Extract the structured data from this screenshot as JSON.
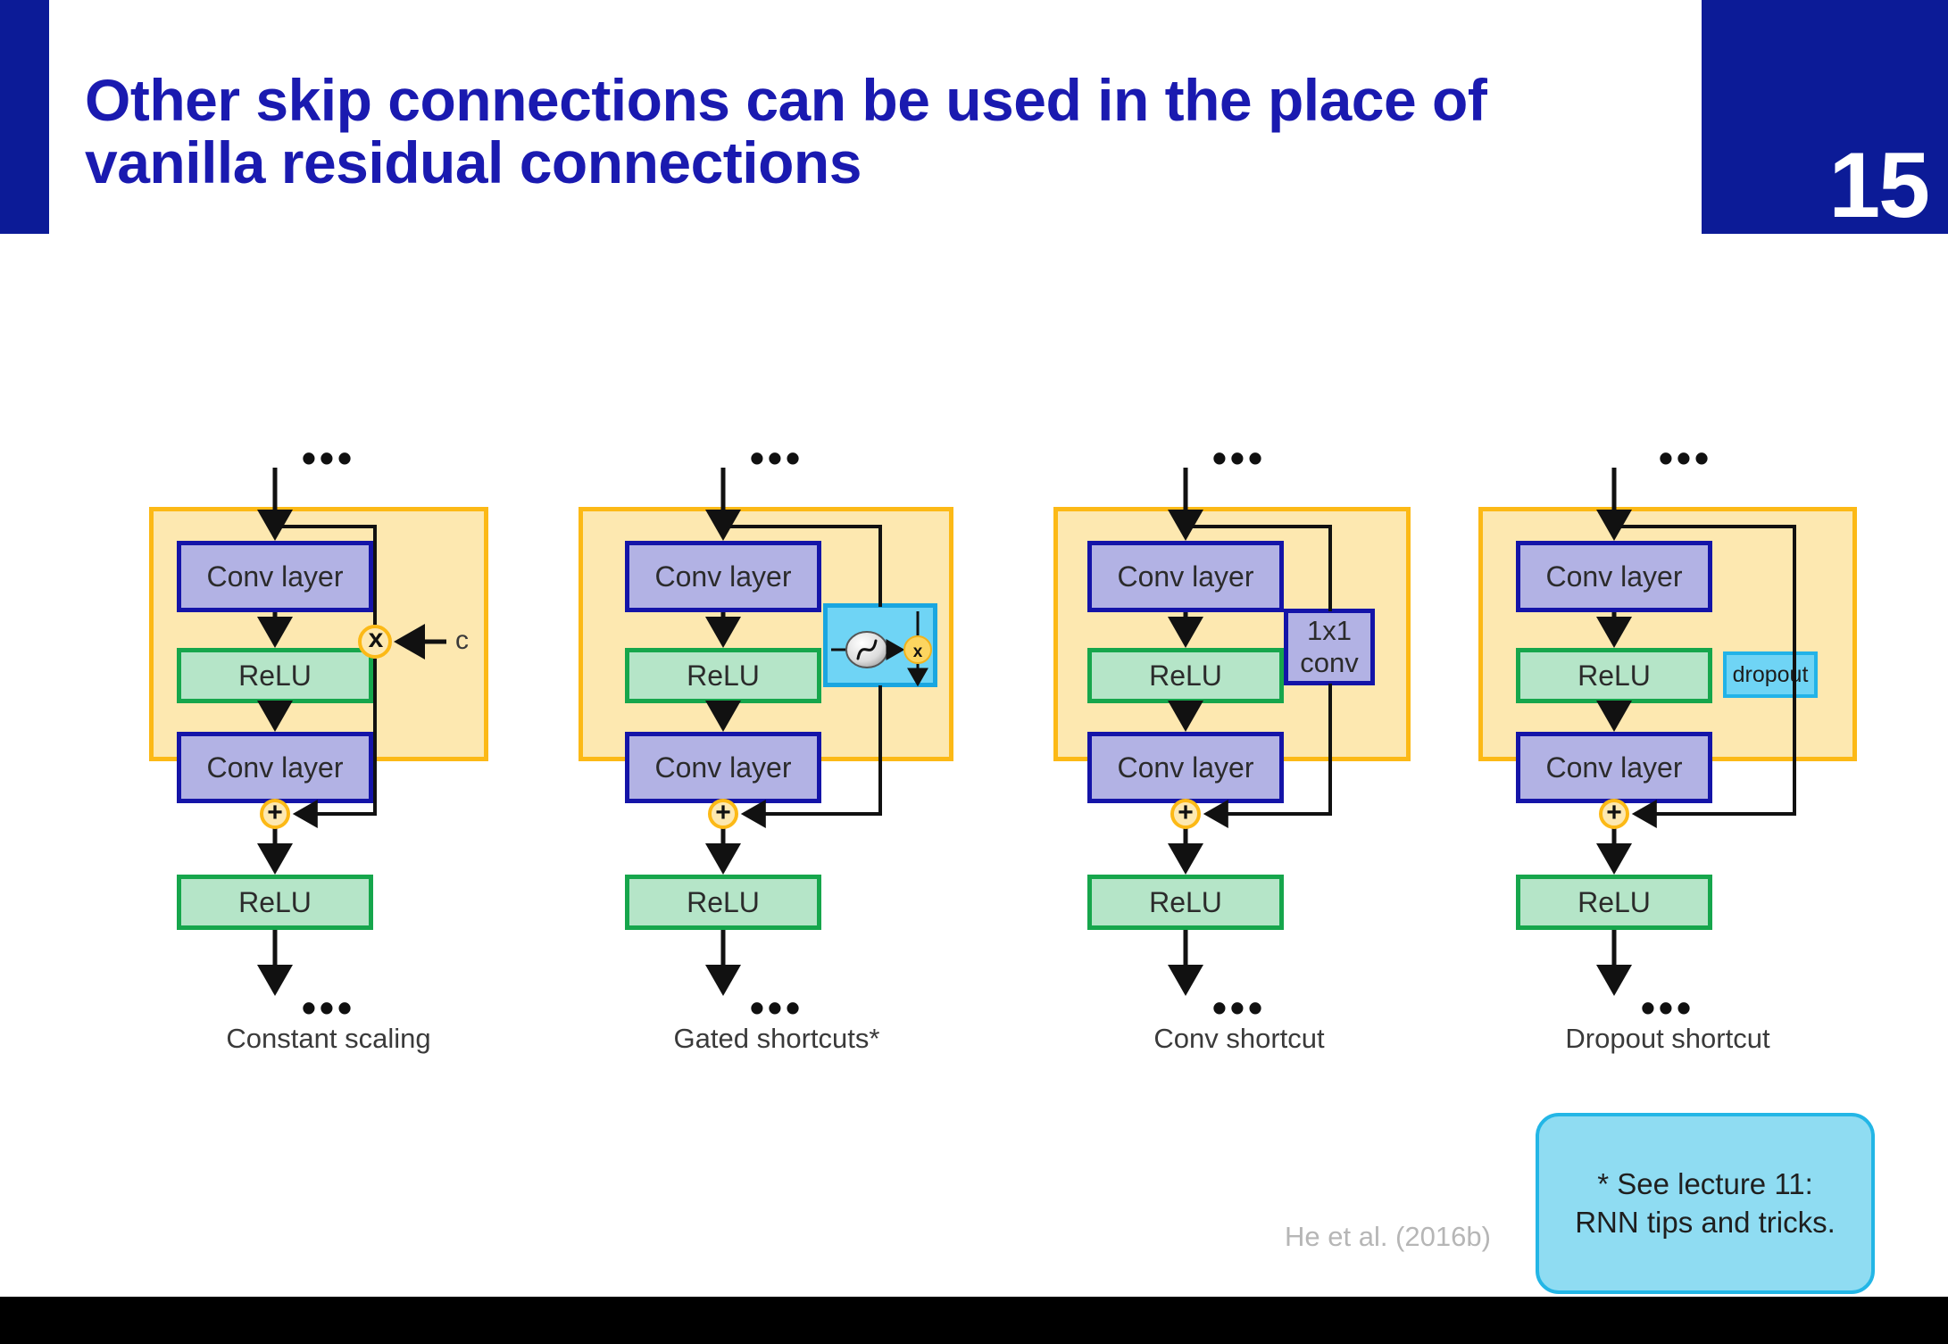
{
  "slide": {
    "title": "Other skip connections can be used in the place of vanilla residual connections",
    "page_number": "15",
    "citation": "He et al. (2016b)",
    "callout": "* See lecture 11: RNN tips and tricks.",
    "accent_blue": "#0c1b97",
    "title_blue": "#1a1ab0",
    "yellow_fill": "#fde8b0",
    "yellow_border": "#fcb916",
    "conv_fill": "#b2b2e4",
    "conv_border": "#1414a8",
    "relu_fill": "#b5e5c8",
    "relu_border": "#16a64c",
    "cyan_fill": "#6fd4f5",
    "cyan_border": "#22b3e8",
    "node_yellow": "#fcb916"
  },
  "ellipsis": "•••",
  "diagrams": [
    {
      "id": "constant-scaling",
      "caption": "Constant scaling",
      "blocks": [
        {
          "name": "conv-layer-1",
          "label": "Conv layer",
          "kind": "conv"
        },
        {
          "name": "relu-1",
          "label": "ReLU",
          "kind": "relu"
        },
        {
          "name": "conv-layer-2",
          "label": "Conv layer",
          "kind": "conv"
        },
        {
          "name": "relu-2",
          "label": "ReLU",
          "kind": "relu"
        }
      ],
      "shortcut": {
        "type": "constant-scaling",
        "multiply_symbol": "x",
        "scalar_label": "c"
      },
      "add_symbol": "+"
    },
    {
      "id": "gated-shortcuts",
      "caption": "Gated shortcuts*",
      "blocks": [
        {
          "name": "conv-layer-1",
          "label": "Conv layer",
          "kind": "conv"
        },
        {
          "name": "relu-1",
          "label": "ReLU",
          "kind": "relu"
        },
        {
          "name": "conv-layer-2",
          "label": "Conv layer",
          "kind": "conv"
        },
        {
          "name": "relu-2",
          "label": "ReLU",
          "kind": "relu"
        }
      ],
      "shortcut": {
        "type": "gate",
        "gate_icon": "sigmoid-icon",
        "multiply_symbol": "x"
      },
      "add_symbol": "+"
    },
    {
      "id": "conv-shortcut",
      "caption": "Conv shortcut",
      "blocks": [
        {
          "name": "conv-layer-1",
          "label": "Conv layer",
          "kind": "conv"
        },
        {
          "name": "relu-1",
          "label": "ReLU",
          "kind": "relu"
        },
        {
          "name": "conv-layer-2",
          "label": "Conv layer",
          "kind": "conv"
        },
        {
          "name": "relu-2",
          "label": "ReLU",
          "kind": "relu"
        }
      ],
      "shortcut": {
        "type": "conv1x1",
        "line1": "1x1",
        "line2": "conv"
      },
      "add_symbol": "+"
    },
    {
      "id": "dropout-shortcut",
      "caption": "Dropout shortcut",
      "blocks": [
        {
          "name": "conv-layer-1",
          "label": "Conv layer",
          "kind": "conv"
        },
        {
          "name": "relu-1",
          "label": "ReLU",
          "kind": "relu"
        },
        {
          "name": "conv-layer-2",
          "label": "Conv layer",
          "kind": "conv"
        },
        {
          "name": "relu-2",
          "label": "ReLU",
          "kind": "relu"
        }
      ],
      "shortcut": {
        "type": "dropout",
        "label": "dropout"
      },
      "add_symbol": "+"
    }
  ]
}
